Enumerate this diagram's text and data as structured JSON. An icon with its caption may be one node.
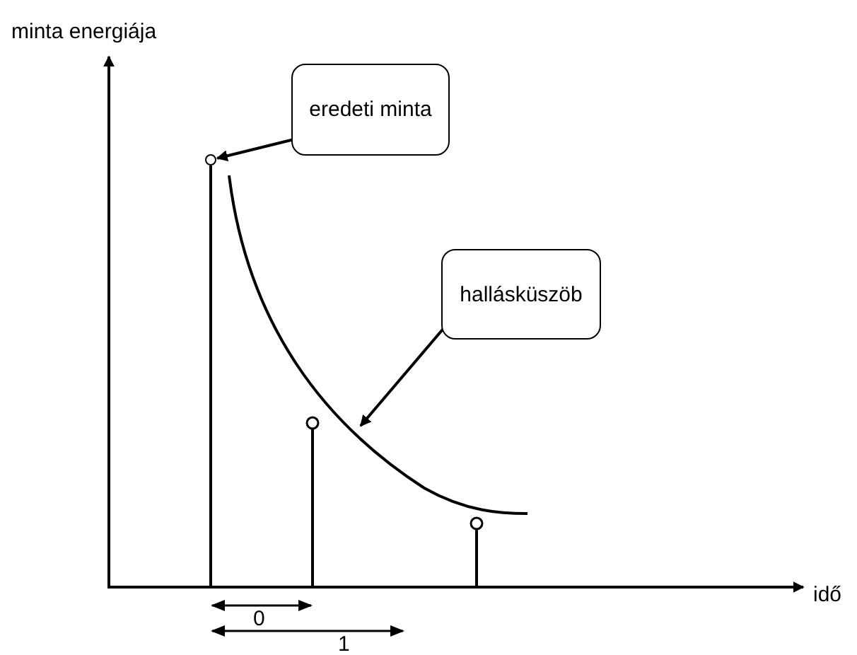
{
  "diagram": {
    "nodes": [
      {
        "text": [
          "eredeti minta"
        ]
      },
      {
        "text": [
          "hallásküszöb"
        ]
      },
      {
        "text": [],
        "shape": "circle"
      }
    ],
    "edges": [
      {
        "from": 0,
        "to": 2,
        "arrow": "to"
      },
      {
        "from": 1,
        "to": null,
        "arrow": "to"
      }
    ],
    "labels": [
      "minta energiája",
      "idő",
      "0",
      "1"
    ]
  }
}
